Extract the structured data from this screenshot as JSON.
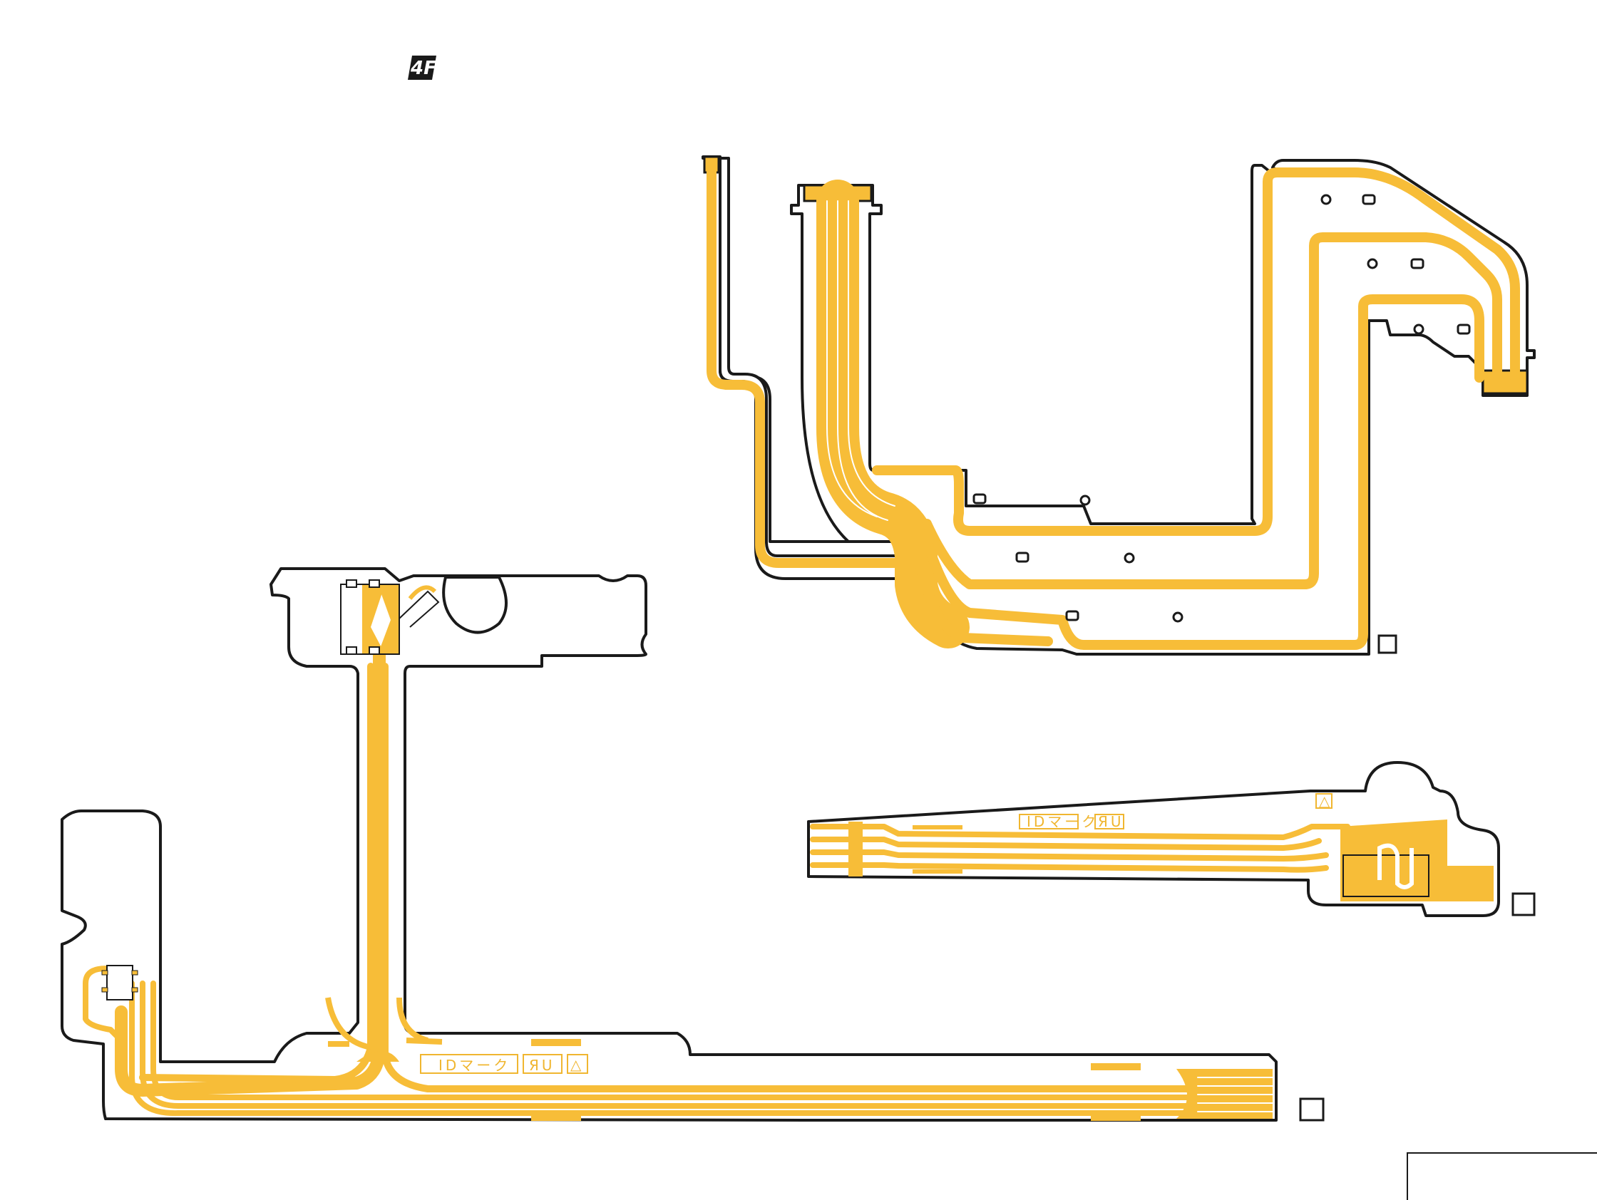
{
  "colors": {
    "copper": "#F7BD38",
    "outline": "#1a1a1a",
    "background": "#ffffff",
    "label": "#F0B630"
  },
  "logo": {
    "text": "4F",
    "icon": "lead-free-mark-icon"
  },
  "boards": {
    "top_right": {
      "checkbox_icon": "square-box-icon"
    },
    "middle_right": {
      "id_mark_label": "IDマーク",
      "ul_mark_label": "ЯU",
      "warning_mark": "△",
      "checkbox_icon": "square-box-icon"
    },
    "bottom_left": {
      "id_mark_label": "IDマーク",
      "ul_mark_label": "ЯU",
      "warning_mark": "△",
      "checkbox_icon": "square-box-icon"
    }
  }
}
